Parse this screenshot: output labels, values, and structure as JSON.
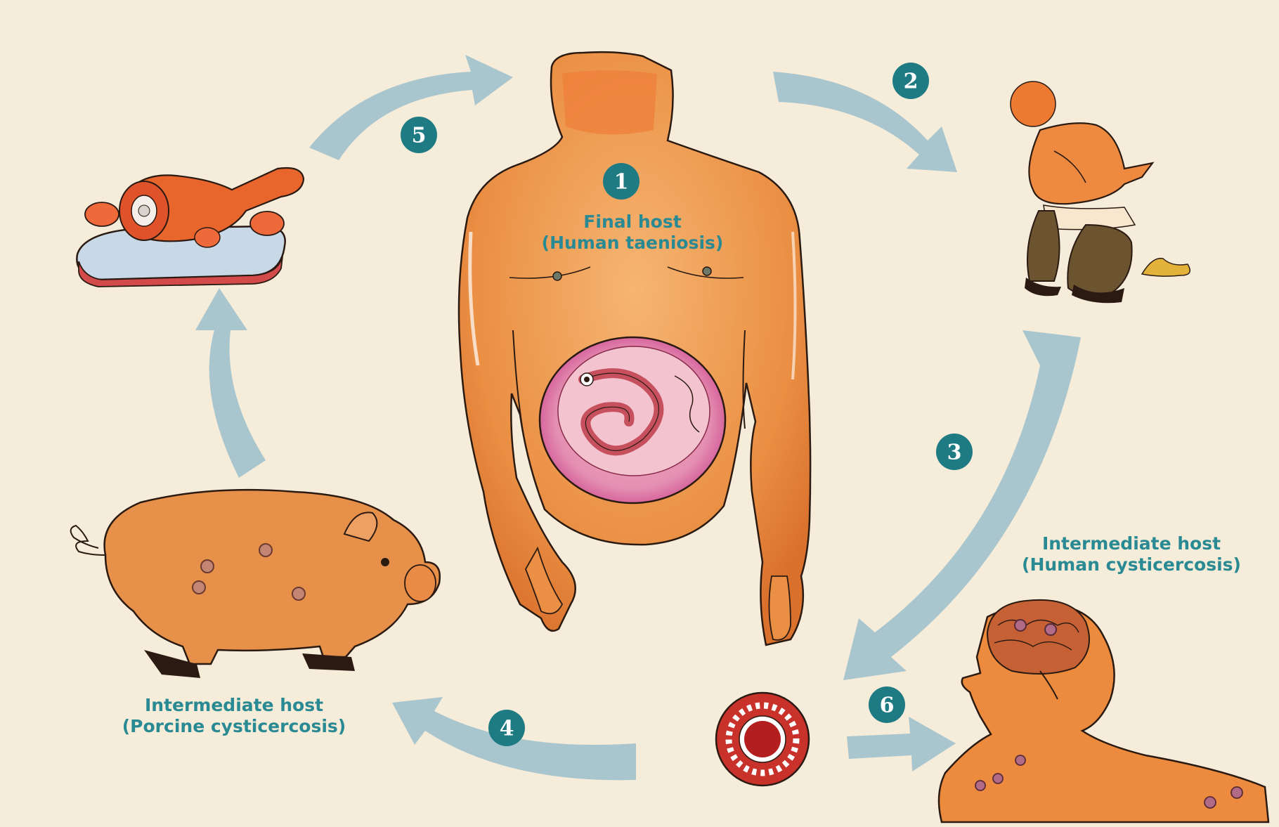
{
  "colors": {
    "background": "#f6ecda",
    "arrow": "#a9c6cf",
    "badge": "#1f7b83",
    "label": "#2a8a93",
    "skin": "#e8893c",
    "skin_light": "#f2aa62",
    "outline": "#2a1a12",
    "pink": "#d8629a"
  },
  "steps": [
    {
      "number": "1"
    },
    {
      "number": "2"
    },
    {
      "number": "3"
    },
    {
      "number": "4"
    },
    {
      "number": "5"
    },
    {
      "number": "6"
    }
  ],
  "labels": {
    "final_host": [
      "Final host",
      "(Human taeniosis)"
    ],
    "human_intermediate": [
      "Intermediate host",
      "(Human cysticercosis)"
    ],
    "porcine_intermediate": [
      "Intermediate host",
      "(Porcine cysticercosis)"
    ]
  },
  "icons": {
    "human_torso": "human-torso-with-tapeworm-illustration",
    "pork_meat": "pork-leg-on-plate-illustration",
    "defecating_person": "person-defecating-illustration",
    "pig": "pig-with-cysts-illustration",
    "egg": "taenia-egg-illustration",
    "human_head": "human-head-with-brain-cysts-illustration"
  }
}
